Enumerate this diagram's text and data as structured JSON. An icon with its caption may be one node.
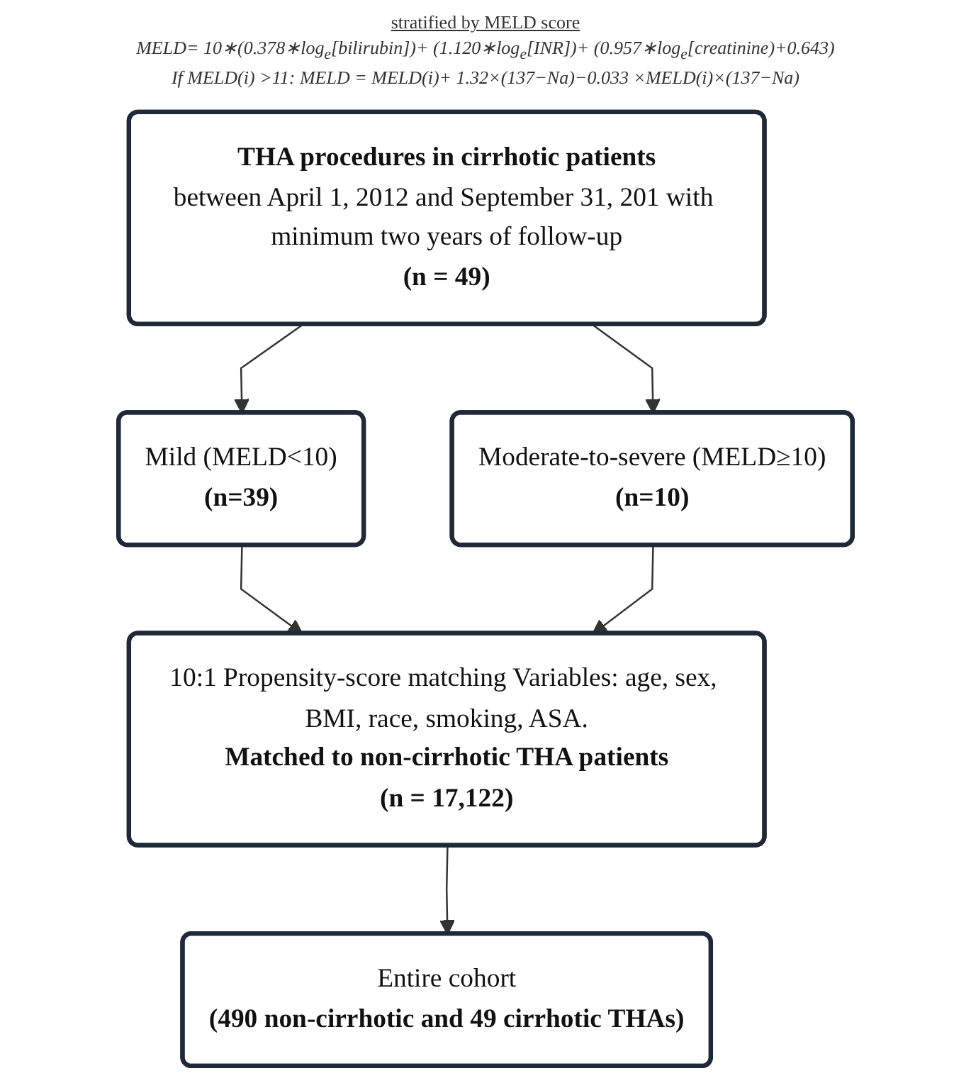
{
  "diagram": {
    "nodes": [
      {
        "text": [
          "THA procedures in cirrhotic patients",
          "between April 1, 2012 and September 31, 201 with minimum two years of follow-up",
          "(n = 49)"
        ]
      },
      {
        "text": [
          "Mild (MELD<10)",
          "(n=39)"
        ]
      },
      {
        "text": [
          "Moderate-to-severe (MELD≥10)",
          "(n=10)"
        ]
      },
      {
        "text": [
          "10:1 Propensity-score matching Variables: age, sex, BMI, race, smoking, ASA.",
          "Matched to non-cirrhotic THA patients",
          "(n = 17,122)"
        ]
      },
      {
        "text": [
          "Entire cohort",
          "(490 non-cirrhotic and 49 cirrhotic THAs)"
        ]
      }
    ],
    "edges": [
      {
        "from": 0,
        "to": 1,
        "arrow": "to"
      },
      {
        "from": 0,
        "to": 2,
        "arrow": "to"
      },
      {
        "from": 1,
        "to": 3,
        "arrow": "to"
      },
      {
        "from": 2,
        "to": 3,
        "arrow": "to"
      },
      {
        "from": 3,
        "to": 4,
        "arrow": "to"
      }
    ],
    "labels": [
      "stratified by MELD score",
      "MELD= 10∗(0.378∗log$_{e}$[bilirubin])+ (1.120∗log$_{e}$[INR])+ (0.957∗log$_{e}$[creatinine)+0.643)",
      "If MELD(i) >11: MELD = MELD(i)+ 1.32×(137−Na)−0.033 ×MELD(i)×(137−Na)"
    ]
  }
}
